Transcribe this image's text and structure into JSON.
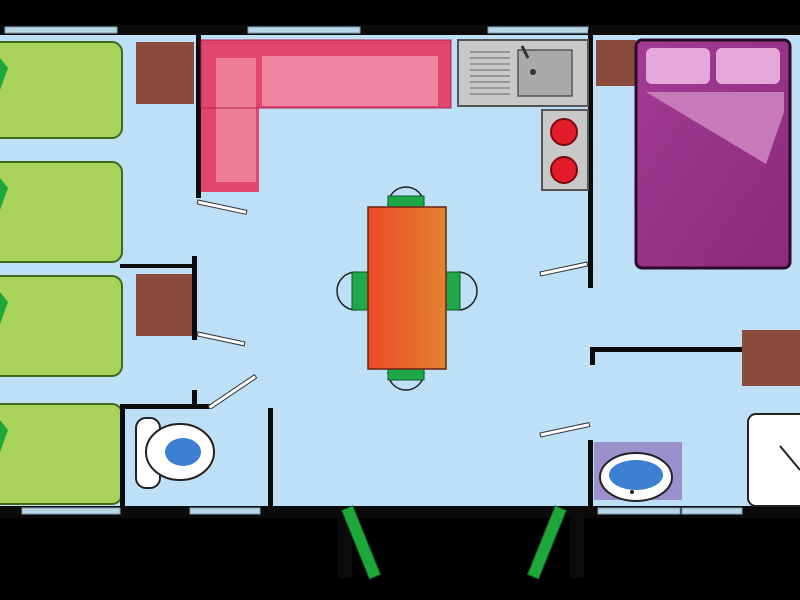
{
  "plan": {
    "colors": {
      "background": "#000000",
      "floor": "#bde0f6",
      "wall": "#0b0b0b",
      "window": "#b9d6e6",
      "bed_single": "#a8d25a",
      "bed_single_edge": "#3d6b1a",
      "pillow_marker": "#1ea83c",
      "wardrobe": "#8a4a3c",
      "sofa": "#e0466e",
      "sofa_light": "#f5a0b8",
      "table_left": "#ee4a2a",
      "table_right": "#e2822e",
      "chair": "#1ea84a",
      "double_bed": "#9c2f8c",
      "double_bed_pillow": "#e6a8da",
      "double_bed_sheet": "#c77ab8",
      "sink_steel": "#c8c8c8",
      "hob": "#c8c8c8",
      "burner": "#e21b2b",
      "toilet": "#ffffff",
      "water": "#3d7fd0",
      "basin_area": "#9b8fcc",
      "shower": "#ffffff",
      "door_leaf": "#1ea83c"
    },
    "rooms": [
      "bedroom-bunk",
      "living-kitchen",
      "master-bedroom",
      "wc",
      "bathroom"
    ],
    "furniture_icons": [
      "single-bed-icon",
      "wardrobe-icon",
      "l-sofa-icon",
      "dining-table-icon",
      "chair-icon",
      "kitchen-sink-icon",
      "hob-icon",
      "double-bed-icon",
      "toilet-icon",
      "washbasin-icon",
      "shower-icon",
      "entrance-door-icon"
    ]
  }
}
